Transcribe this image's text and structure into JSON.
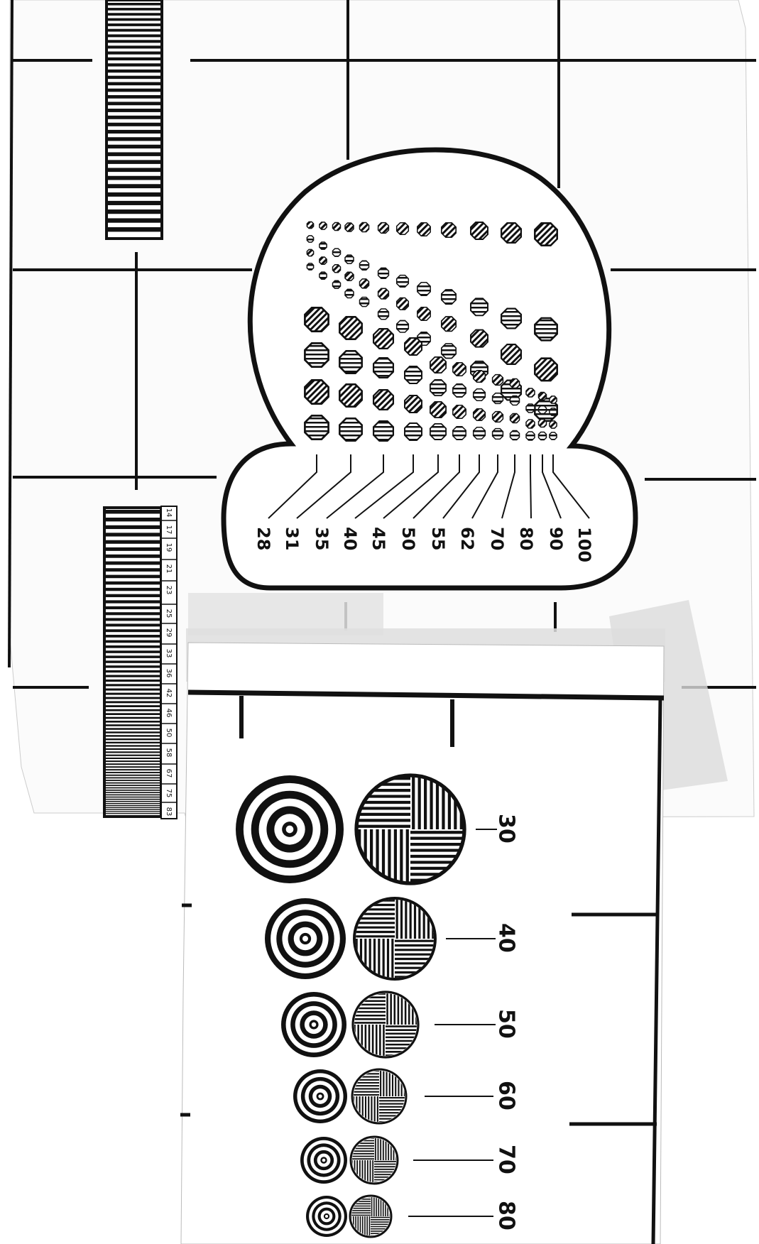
{
  "colors": {
    "ink": "#111111",
    "paper": "#ffffff",
    "sheet": "#fbfbfb",
    "tape": "#dcdcdc"
  },
  "bulb_chart": {
    "scale_labels": [
      "28",
      "31",
      "35",
      "40",
      "45",
      "50",
      "55",
      "62",
      "70",
      "80",
      "90",
      "100"
    ]
  },
  "bar_strip": {
    "scale_labels": [
      "14",
      "17",
      "19",
      "21",
      "23",
      "25",
      "29",
      "33",
      "36",
      "42",
      "46",
      "50",
      "58",
      "67",
      "75",
      "83"
    ]
  },
  "circle_chart": {
    "scale_labels": [
      "30",
      "40",
      "50",
      "60",
      "70",
      "80"
    ]
  }
}
